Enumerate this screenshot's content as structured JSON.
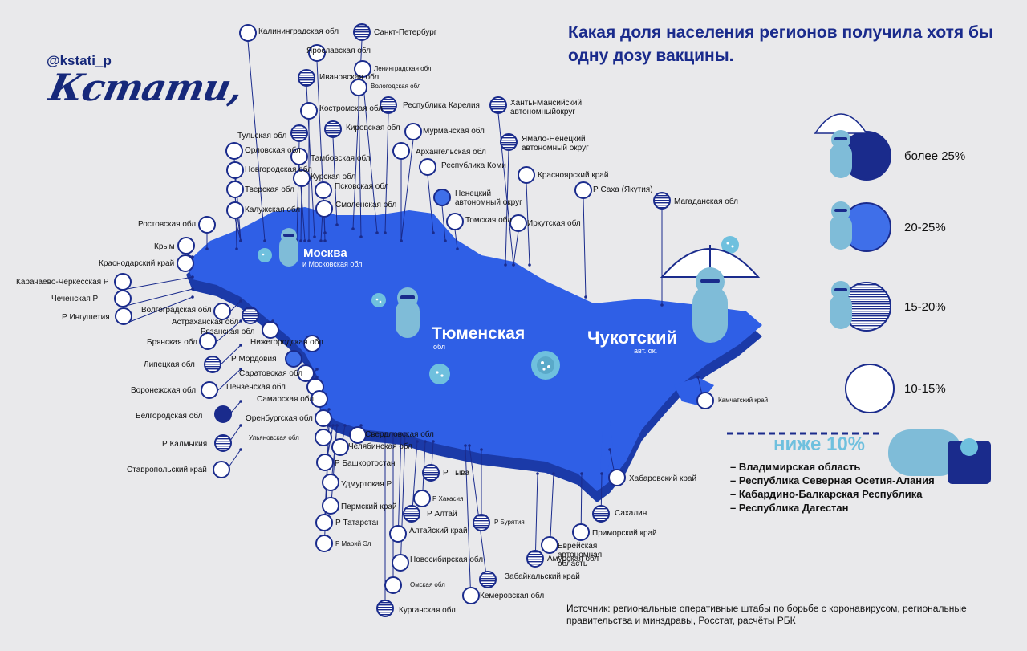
{
  "header": {
    "handle": "@kstati_p",
    "logo": "Кстати,",
    "title": "Какая доля населения регионов получила хотя бы одну дозу вакцины."
  },
  "colors": {
    "deep": "#1a2b8c",
    "mid": "#3f6fe9",
    "map": "#2f5fe6",
    "mapShadow": "#1b3aa8",
    "accent": "#6fc0de",
    "doll": "#7fbcd8"
  },
  "legend": [
    {
      "label": "более 25%",
      "pattern": "solid",
      "icon": "doll-umbrella-icon"
    },
    {
      "label": "20-25%",
      "pattern": "medium",
      "icon": "doll-folded-umbrella-icon"
    },
    {
      "label": "15-20%",
      "pattern": "striped",
      "icon": "doll-icon"
    },
    {
      "label": "10-15%",
      "pattern": "empty",
      "icon": ""
    }
  ],
  "below": {
    "title": "ниже 10%",
    "items": [
      "– Владимирская область",
      "– Республика Северная Осетия-Алания",
      "– Кабардино-Балкарская Республика",
      "– Республика Дагестан"
    ]
  },
  "map_labels": {
    "moscow": "Москва",
    "moscow_sub": "и Московская обл",
    "tyumen": "Тюменская",
    "tyumen_sub": "обл",
    "chukotka": "Чукотский",
    "chukotka_sub": "авт. ок."
  },
  "source": "Источник: региональные оперативные штабы по борьбе с коронавирусом, региональные правительства и минздравы, Росстат, расчёты РБК",
  "regions": [
    {
      "name": "Калининградская обл",
      "pattern": "empty"
    },
    {
      "name": "Санкт-Петербург",
      "pattern": "striped"
    },
    {
      "name": "Ярославская обл",
      "pattern": "empty"
    },
    {
      "name": "Ленинградская обл",
      "pattern": "empty"
    },
    {
      "name": "Ивановская обл",
      "pattern": "striped"
    },
    {
      "name": "Вологодская обл",
      "pattern": "empty"
    },
    {
      "name": "Республика Карелия",
      "pattern": "striped"
    },
    {
      "name": "Ханты-Мансийский автономныйокруг",
      "pattern": "striped"
    },
    {
      "name": "Костромская обл",
      "pattern": "empty"
    },
    {
      "name": "Тульская обл",
      "pattern": "striped"
    },
    {
      "name": "Кировская обл",
      "pattern": "striped"
    },
    {
      "name": "Мурманская обл",
      "pattern": "empty"
    },
    {
      "name": "Ямало-Ненецкий автономный округ",
      "pattern": "striped"
    },
    {
      "name": "Орловская обл",
      "pattern": "empty"
    },
    {
      "name": "Тамбовская обл",
      "pattern": "empty"
    },
    {
      "name": "Архангельская обл",
      "pattern": "empty"
    },
    {
      "name": "Новгородская обл",
      "pattern": "empty"
    },
    {
      "name": "Курская обл",
      "pattern": "empty"
    },
    {
      "name": "Республика Коми",
      "pattern": "empty"
    },
    {
      "name": "Красноярский край",
      "pattern": "empty"
    },
    {
      "name": "Тверская обл",
      "pattern": "empty"
    },
    {
      "name": "Псковская обл",
      "pattern": "empty"
    },
    {
      "name": "Р Саха (Якутия)",
      "pattern": "empty"
    },
    {
      "name": "Ненецкий автономный округ",
      "pattern": "medium"
    },
    {
      "name": "Магаданская обл",
      "pattern": "striped"
    },
    {
      "name": "Калужская обл",
      "pattern": "empty"
    },
    {
      "name": "Смоленская обл",
      "pattern": "empty"
    },
    {
      "name": "Томская обл",
      "pattern": "empty"
    },
    {
      "name": "Иркутская обл",
      "pattern": "empty"
    },
    {
      "name": "Ростовская обл",
      "pattern": "empty"
    },
    {
      "name": "Крым",
      "pattern": "empty"
    },
    {
      "name": "Краснодарский край",
      "pattern": "empty"
    },
    {
      "name": "Карачаево-Черкесская Р",
      "pattern": "empty"
    },
    {
      "name": "Чеченская Р",
      "pattern": "empty"
    },
    {
      "name": "Р Ингушетия",
      "pattern": "empty"
    },
    {
      "name": "Волгоградская обл",
      "pattern": "empty"
    },
    {
      "name": "Астраханская обл",
      "pattern": "striped"
    },
    {
      "name": "Рязанская обл",
      "pattern": "empty"
    },
    {
      "name": "Нижегородская обл",
      "pattern": "empty"
    },
    {
      "name": "Брянская обл",
      "pattern": "empty"
    },
    {
      "name": "Р Мордовия",
      "pattern": "medium"
    },
    {
      "name": "Липецкая обл",
      "pattern": "striped"
    },
    {
      "name": "Саратовская обл",
      "pattern": "empty"
    },
    {
      "name": "Пензенская обл",
      "pattern": "empty"
    },
    {
      "name": "Воронежская обл",
      "pattern": "empty"
    },
    {
      "name": "Самарская обл",
      "pattern": "empty"
    },
    {
      "name": "Белгородская обл",
      "pattern": "solid"
    },
    {
      "name": "Оренбургская обл",
      "pattern": "empty"
    },
    {
      "name": "Камчатский край",
      "pattern": "empty"
    },
    {
      "name": "Ульяновская обл",
      "pattern": "empty"
    },
    {
      "name": "Свердловская обл",
      "pattern": "empty"
    },
    {
      "name": "Челябинская обл",
      "pattern": "empty"
    },
    {
      "name": "Р Калмыкия",
      "pattern": "striped"
    },
    {
      "name": "Р Башкортостан",
      "pattern": "empty"
    },
    {
      "name": "Ставропольский край",
      "pattern": "empty"
    },
    {
      "name": "Р Тыва",
      "pattern": "striped"
    },
    {
      "name": "Хабаровский край",
      "pattern": "empty"
    },
    {
      "name": "Удмуртская Р",
      "pattern": "empty"
    },
    {
      "name": "Р Хакасия",
      "pattern": "empty"
    },
    {
      "name": "Пермский край",
      "pattern": "empty"
    },
    {
      "name": "Р Алтай",
      "pattern": "striped"
    },
    {
      "name": "Сахалин",
      "pattern": "striped"
    },
    {
      "name": "Р Татарстан",
      "pattern": "empty"
    },
    {
      "name": "Р Бурятия",
      "pattern": "striped"
    },
    {
      "name": "Алтайский край",
      "pattern": "empty"
    },
    {
      "name": "Приморский край",
      "pattern": "empty"
    },
    {
      "name": "Р Марий Эл",
      "pattern": "empty"
    },
    {
      "name": "Еврейская автономная область",
      "pattern": "empty"
    },
    {
      "name": "Новосибирская обл",
      "pattern": "empty"
    },
    {
      "name": "Амурская обл",
      "pattern": "striped"
    },
    {
      "name": "Забайкальский край",
      "pattern": "striped"
    },
    {
      "name": "Омская обл",
      "pattern": "empty"
    },
    {
      "name": "Кемеровская обл",
      "pattern": "empty"
    },
    {
      "name": "Курганская обл",
      "pattern": "striped"
    }
  ]
}
